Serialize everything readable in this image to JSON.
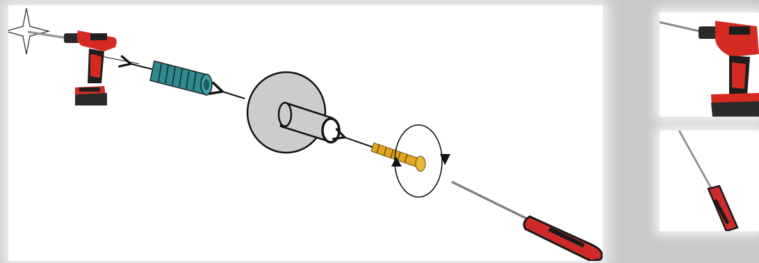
{
  "diagram": {
    "steps": [
      "drill-hole",
      "insert-anchor",
      "wall",
      "insert-screw",
      "tighten-screw"
    ],
    "icons": {
      "drill": "cordless-drill-icon",
      "anchor": "wall-anchor-icon",
      "wall": "wall-disc-icon",
      "screw": "screw-icon",
      "screwdriver": "screwdriver-icon",
      "rotation": "clockwise-rotation-icon"
    }
  },
  "thumbnails": [
    {
      "name": "drill-thumbnail",
      "icon": "cordless-drill-icon"
    },
    {
      "name": "screwdriver-thumbnail",
      "icon": "screwdriver-icon"
    }
  ],
  "colors": {
    "drill_red": "#d42a22",
    "drill_black": "#1e1e1e",
    "anchor_teal": "#2f8a8d",
    "wall_gray": "#cccccc",
    "screw_gold": "#e0a61e",
    "handle_red": "#cf2a2a",
    "background": "#c9c9c9"
  }
}
